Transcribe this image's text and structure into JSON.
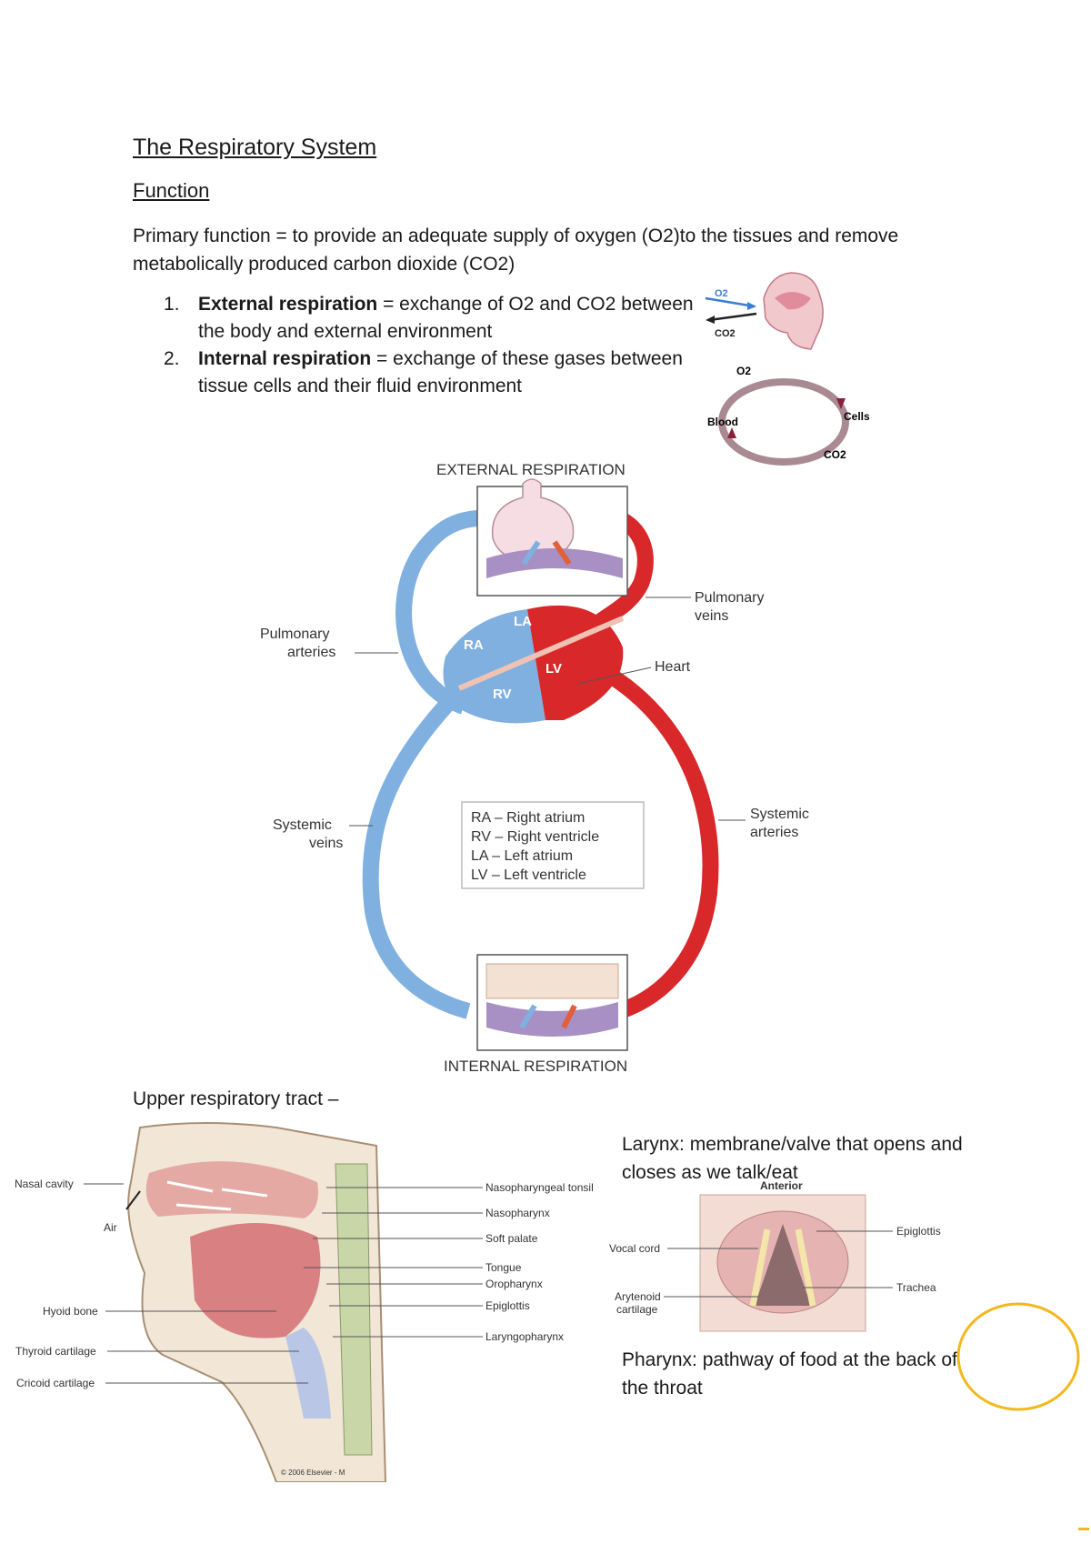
{
  "document": {
    "title": "The Respiratory System",
    "subheading": "Function",
    "primary_function": "Primary function = to provide an adequate supply of oxygen (O2)to the tissues and remove metabolically produced carbon dioxide (CO2)",
    "list": [
      {
        "num": "1.",
        "term": "External respiration",
        "text": " = exchange of O2 and CO2 between the body and external environment"
      },
      {
        "num": "2.",
        "term": "Internal respiration",
        "text": " = exchange of these gases between tissue cells and their fluid environment"
      }
    ],
    "upper_tract": "Upper respiratory tract –",
    "larynx": "Larynx: membrane/valve that opens and closes as we talk/eat",
    "pharynx": "Pharynx: pathway of food at the back of the throat"
  },
  "small_figure": {
    "o2_top": "O2",
    "co2_top": "CO2",
    "o2": "O2",
    "cells": "Cells",
    "blood": "Blood",
    "co2": "CO2"
  },
  "circulation": {
    "external": "EXTERNAL RESPIRATION",
    "internal": "INTERNAL RESPIRATION",
    "pulmonary_veins": [
      "Pulmonary",
      "veins"
    ],
    "pulmonary_arteries": [
      "Pulmonary",
      "arteries"
    ],
    "heart": "Heart",
    "systemic_veins": [
      "Systemic",
      "veins"
    ],
    "systemic_arteries": [
      "Systemic",
      "arteries"
    ],
    "ra": "RA",
    "la": "LA",
    "rv": "RV",
    "lv": "LV",
    "legend": [
      "RA – Right atrium",
      "RV – Right ventricle",
      "LA – Left atrium",
      "LV – Left ventricle"
    ]
  },
  "head_diagram": {
    "left_labels": [
      "Nasal cavity",
      "Air",
      "Hyoid bone",
      "Thyroid cartilage",
      "Cricoid cartilage"
    ],
    "right_labels": [
      "Nasopharyngeal tonsil",
      "Nasopharynx",
      "Soft palate",
      "Tongue",
      "Oropharynx",
      "Epiglottis",
      "Laryngopharynx"
    ],
    "copyright": "© 2006 Elsevier - M"
  },
  "larynx_diagram": {
    "anterior": "Anterior",
    "vocal_cord": "Vocal cord",
    "arytenoid": [
      "Arytenoid",
      "cartilage"
    ],
    "epiglottis": "Epiglottis",
    "trachea": "Trachea"
  },
  "colors": {
    "vein_blue": "#7fb0e0",
    "artery_red": "#d8282a",
    "annotation_circle": "#f2b81e"
  }
}
